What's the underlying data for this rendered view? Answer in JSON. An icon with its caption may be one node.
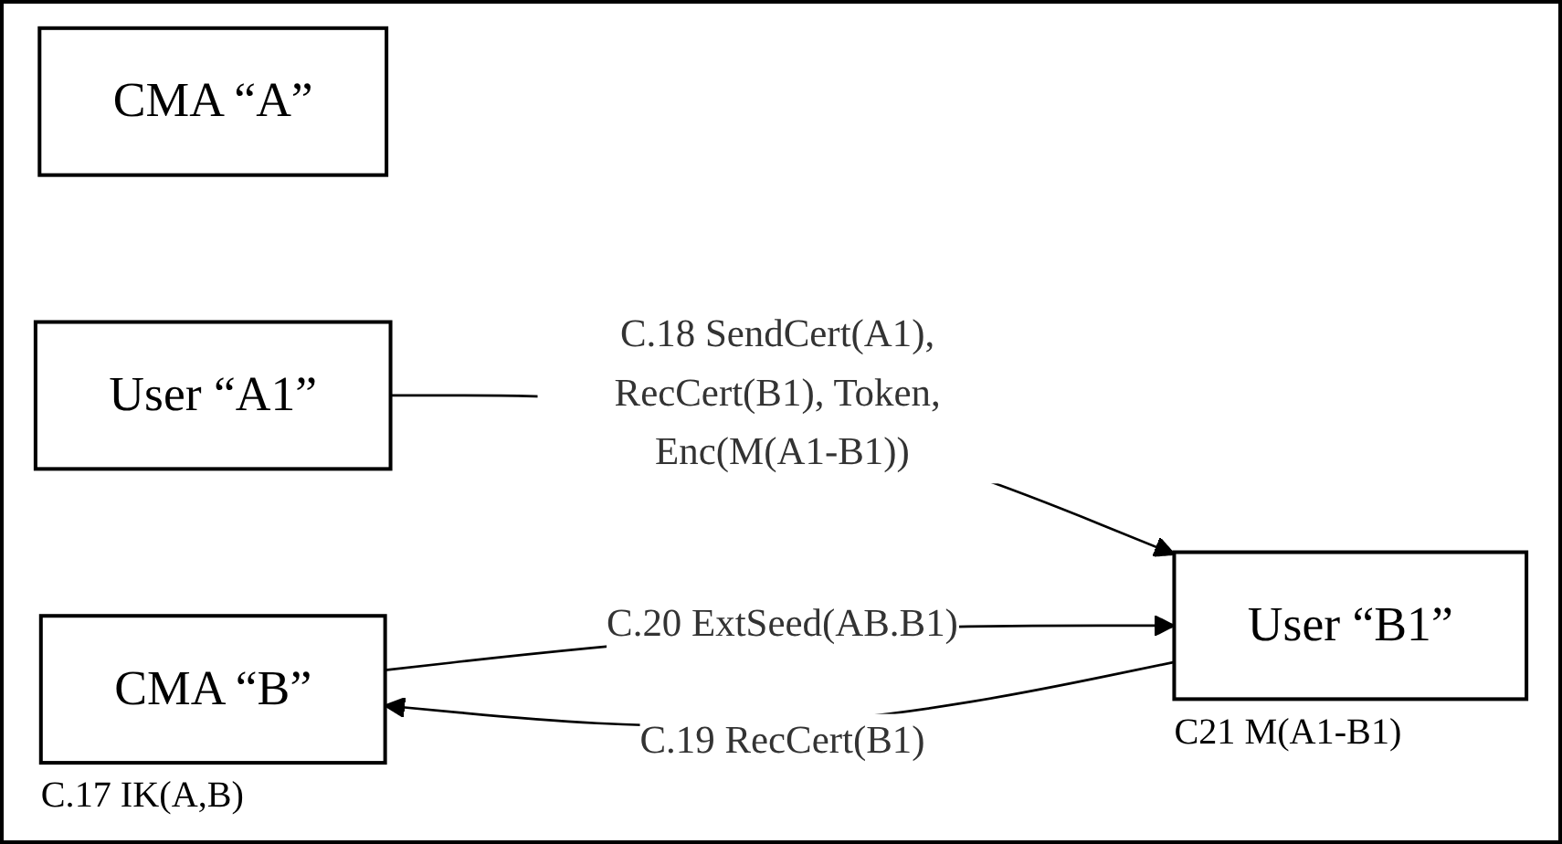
{
  "diagram": {
    "nodes": [
      {
        "text": [
          "CMA “A”"
        ]
      },
      {
        "text": [
          "CMA “B”"
        ],
        "beside": [
          "C.17 IK(A,B)"
        ]
      },
      {
        "text": [
          "User “A1”"
        ]
      },
      {
        "text": [
          "User “B1”"
        ],
        "beside": [
          "C21 M(A1-B1)"
        ]
      }
    ],
    "edges": [
      {
        "from": 2,
        "to": 3,
        "arrow": "to",
        "label": "C.18 SendCert(A1), RecCert(B1), Token, Enc(M(A1-B1))"
      },
      {
        "from": 3,
        "to": 1,
        "arrow": "to",
        "label": "C.19 RecCert(B1)"
      },
      {
        "from": 1,
        "to": 3,
        "arrow": "to",
        "label": "C.20 ExtSeed(AB.B1)"
      }
    ]
  }
}
